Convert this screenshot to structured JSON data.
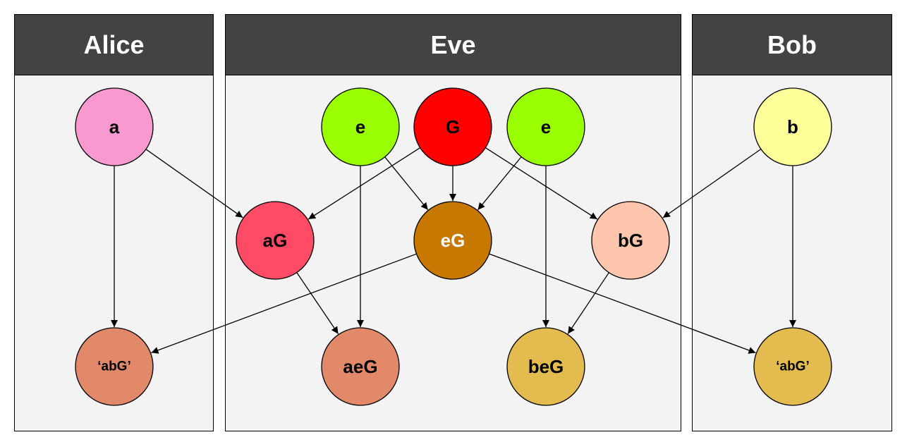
{
  "panels": {
    "alice": {
      "title": "Alice"
    },
    "eve": {
      "title": "Eve"
    },
    "bob": {
      "title": "Bob"
    }
  },
  "nodes": {
    "alice_a": {
      "label": "a",
      "fill": "#f89ad0",
      "text_color": "#000000"
    },
    "eve_e1": {
      "label": "e",
      "fill": "#99ff00",
      "text_color": "#000000"
    },
    "eve_G": {
      "label": "G",
      "fill": "#ff0000",
      "text_color": "#000000"
    },
    "eve_e2": {
      "label": "e",
      "fill": "#99ff00",
      "text_color": "#000000"
    },
    "bob_b": {
      "label": "b",
      "fill": "#ffff99",
      "text_color": "#000000"
    },
    "eve_aG": {
      "label": "aG",
      "fill": "#ff4b66",
      "text_color": "#000000"
    },
    "eve_eG": {
      "label": "eG",
      "fill": "#c67800",
      "text_color": "#ffffff"
    },
    "eve_bG": {
      "label": "bG",
      "fill": "#ffc5ad",
      "text_color": "#000000"
    },
    "alice_abG": {
      "label": "‘abG’",
      "fill": "#e2896a",
      "text_color": "#000000"
    },
    "eve_aeG": {
      "label": "aeG",
      "fill": "#e2896a",
      "text_color": "#000000"
    },
    "eve_beG": {
      "label": "beG",
      "fill": "#e4bb4f",
      "text_color": "#000000"
    },
    "bob_abG": {
      "label": "‘abG’",
      "fill": "#e4bb4f",
      "text_color": "#000000"
    }
  },
  "edges": [
    {
      "from": "alice_a",
      "to": "eve_aG"
    },
    {
      "from": "alice_a",
      "to": "alice_abG"
    },
    {
      "from": "eve_G",
      "to": "eve_aG"
    },
    {
      "from": "eve_G",
      "to": "eve_eG"
    },
    {
      "from": "eve_G",
      "to": "eve_bG"
    },
    {
      "from": "eve_e1",
      "to": "eve_eG"
    },
    {
      "from": "eve_e1",
      "to": "eve_aeG"
    },
    {
      "from": "eve_e2",
      "to": "eve_eG"
    },
    {
      "from": "eve_e2",
      "to": "eve_beG"
    },
    {
      "from": "bob_b",
      "to": "eve_bG"
    },
    {
      "from": "bob_b",
      "to": "bob_abG"
    },
    {
      "from": "eve_aG",
      "to": "eve_aeG"
    },
    {
      "from": "eve_bG",
      "to": "eve_beG"
    },
    {
      "from": "eve_eG",
      "to": "alice_abG"
    },
    {
      "from": "eve_eG",
      "to": "bob_abG"
    }
  ]
}
